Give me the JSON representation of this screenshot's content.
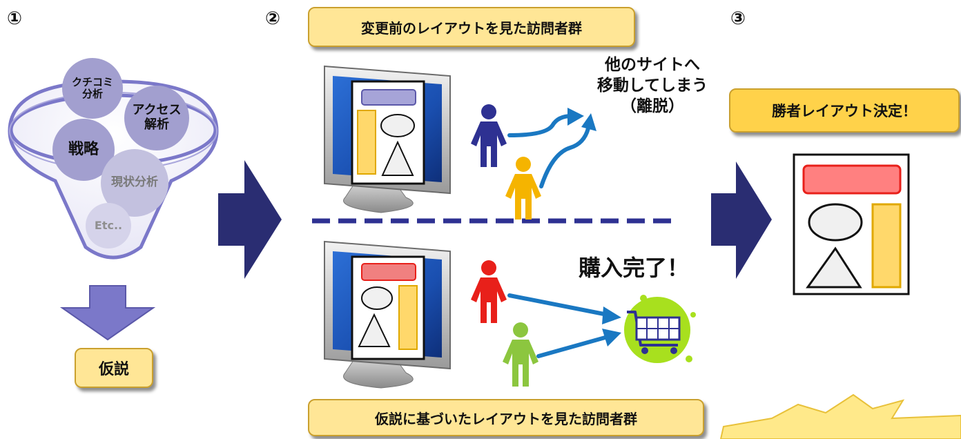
{
  "steps": [
    "①",
    "②",
    "③"
  ],
  "funnel": {
    "bubbles": [
      {
        "lines": [
          "クチコミ",
          "分析"
        ],
        "color": "#a29fcf",
        "text_color": "#111111"
      },
      {
        "lines": [
          "アクセス",
          "解析"
        ],
        "color": "#a29fcf",
        "text_color": "#111111"
      },
      {
        "lines": [
          "戦略"
        ],
        "color": "#a29fcf",
        "text_color": "#111111"
      },
      {
        "lines": [
          "現状分析"
        ],
        "color": "#c3c1df",
        "text_color": "#7a7a7a"
      },
      {
        "lines": [
          "Etc.."
        ],
        "color": "#d5d3ea",
        "text_color": "#8f8f8f"
      }
    ]
  },
  "hypothesis_label": "仮説",
  "group_before_label": "変更前のレイアウトを見た訪問者群",
  "group_after_label": "仮説に基づいたレイアウトを見た訪問者群",
  "leave_text": [
    "他のサイトへ",
    "移動してしまう",
    "（離脱）"
  ],
  "purchase_text": "購入完了！",
  "winner_label": "勝者レイアウト決定！",
  "colors": {
    "funnel_stroke": "#7b78c9",
    "big_arrow": "#2a2d72",
    "down_arrow": "#7b78c9",
    "person_blue": "#2e3192",
    "person_yellow": "#f5b400",
    "person_red": "#e8201a",
    "person_green": "#8cc63f",
    "curve_arrow": "#1a78c2",
    "dashed_line": "#2e3192",
    "label_fill": "#ffe696",
    "winner_banner": "#ffd24a",
    "cart_circle": "#a8e01e"
  }
}
